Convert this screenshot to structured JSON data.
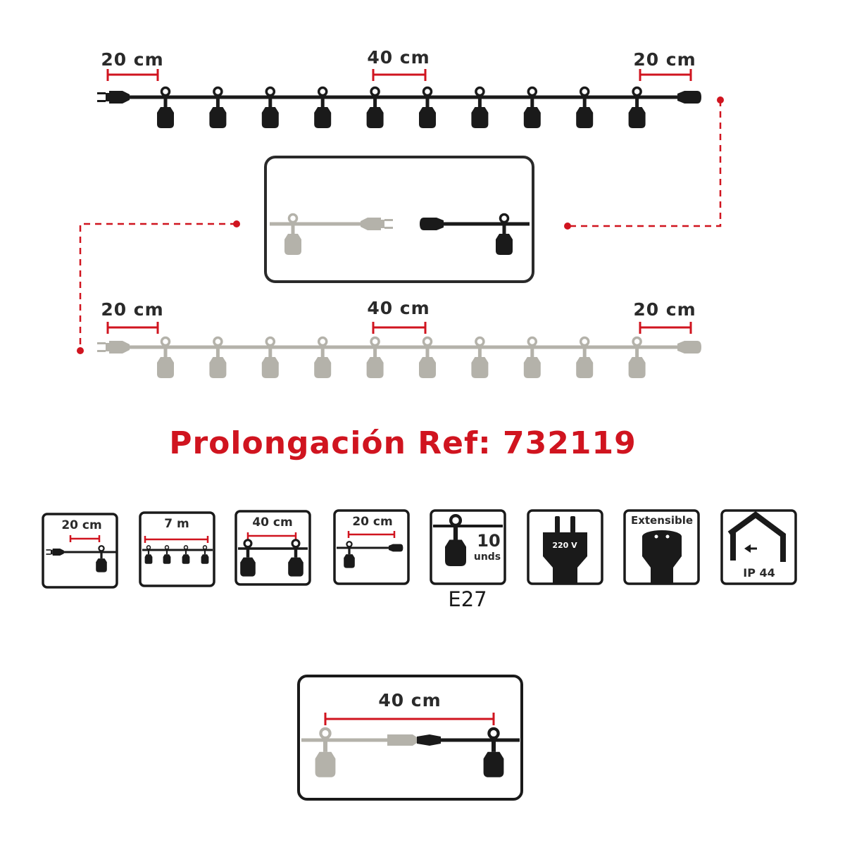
{
  "top_string": {
    "left_spacing": "20 cm",
    "middle_spacing": "40 cm",
    "right_spacing": "20 cm",
    "bulb_count": 10
  },
  "bottom_string": {
    "left_spacing": "20 cm",
    "middle_spacing": "40 cm",
    "right_spacing": "20 cm",
    "bulb_count": 10
  },
  "title": "Prolongación Ref: 732119",
  "icons": [
    {
      "name": "end-spacing-plug",
      "label": "20 cm"
    },
    {
      "name": "total-length",
      "label": "7 m"
    },
    {
      "name": "bulb-spacing",
      "label": "40 cm"
    },
    {
      "name": "end-spacing-socket",
      "label": "20 cm"
    },
    {
      "name": "bulb-count",
      "value": "10",
      "unit": "unds",
      "caption": "E27"
    },
    {
      "name": "plug-voltage",
      "label": "220 V"
    },
    {
      "name": "extensible",
      "label": "Extensible"
    },
    {
      "name": "ip-rating",
      "label": "IP 44"
    }
  ],
  "connection_detail": {
    "spacing": "40 cm"
  },
  "colors": {
    "cable_dark": "#1a1a1a",
    "cable_grey": "#b4b2aa",
    "accent_red": "#d0141f",
    "frame": "#2a2a2a"
  }
}
